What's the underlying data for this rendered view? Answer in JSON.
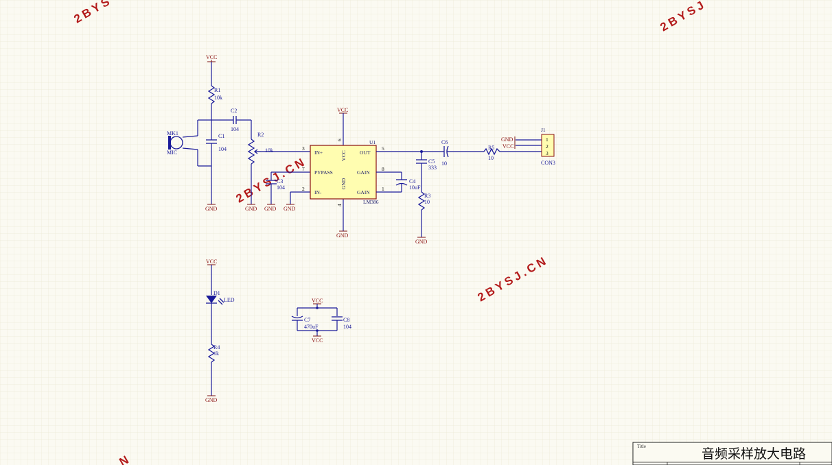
{
  "watermark": "2BYSJ.CN",
  "watermark_partial_top_left": "2BYS",
  "watermark_partial_top_right": "2BYSJ",
  "watermark_partial_bottom": "N",
  "power": {
    "vcc": "VCC",
    "gnd": "GND"
  },
  "mic": {
    "ref": "MK1",
    "value": "MIC"
  },
  "r1": {
    "ref": "R1",
    "value": "10k"
  },
  "c1": {
    "ref": "C1",
    "value": "104"
  },
  "c2": {
    "ref": "C2",
    "value": "104"
  },
  "r2": {
    "ref": "R2",
    "value": "10k"
  },
  "c3": {
    "ref": "C3",
    "value": "104"
  },
  "u1": {
    "ref": "U1",
    "part": "LM386",
    "pins": {
      "in_plus": "IN+",
      "bypass": "PYPASS",
      "in_minus": "IN-",
      "vcc": "VCC",
      "gnd": "GND",
      "out": "OUT",
      "gain_a": "GAIN",
      "gain_b": "GAIN"
    },
    "pin_numbers": {
      "in_plus": "3",
      "bypass": "7",
      "in_minus": "2",
      "vcc": "6",
      "gnd": "4",
      "out": "5",
      "gain_a": "8",
      "gain_b": "1"
    }
  },
  "c4": {
    "ref": "C4",
    "value": "10uF"
  },
  "c5": {
    "ref": "C5",
    "value": "333"
  },
  "r3": {
    "ref": "R3",
    "value": "10"
  },
  "c6": {
    "ref": "C6",
    "value": "10"
  },
  "r5": {
    "ref": "R5",
    "value": "10"
  },
  "j1": {
    "ref": "J1",
    "value": "CON3",
    "pins": [
      "1",
      "2",
      "3"
    ],
    "net_gnd": "GND",
    "net_vcc": "VCC"
  },
  "d1": {
    "ref": "D1",
    "value": "LED"
  },
  "r4": {
    "ref": "R4",
    "value": "1k"
  },
  "c7": {
    "ref": "C7",
    "value": "470uF"
  },
  "c8": {
    "ref": "C8",
    "value": "104"
  },
  "title_block": {
    "label": "Title",
    "title": "音频采样放大电路"
  },
  "colors": {
    "wire": "#1a1a9a",
    "power": "#8a1010",
    "ic_fill": "#fffdb0",
    "watermark": "#b31b1b",
    "grid": "#ece9d6"
  }
}
